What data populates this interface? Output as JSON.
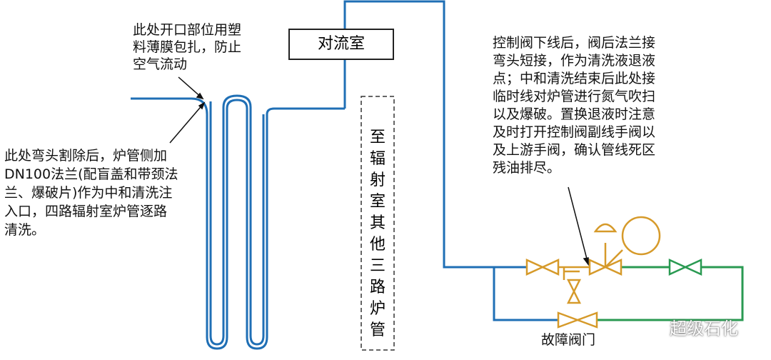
{
  "labels": {
    "convection_room": "对流室",
    "radiation_room_other": [
      "至",
      "辐",
      "射",
      "室",
      "其",
      "他",
      "三",
      "路",
      "炉",
      "管"
    ],
    "fault_valve": "故障阀门"
  },
  "notes": {
    "top_left": [
      "此处开口部位用塑",
      "料薄膜包扎，防止",
      "空气流动"
    ],
    "left": [
      "此处弯头割除后，炉管侧加",
      "DN100法兰(配盲盖和带颈法",
      "兰、爆破片)作为中和清洗注",
      "入口，四路辐射室炉管逐路",
      "清洗。"
    ],
    "right": [
      "控制阀下线后，阀后法兰接",
      "弯头短接，作为清洗液退液",
      "点；中和清洗结束后此处接",
      "临时线对炉管进行氮气吹扫",
      "以及爆破。置换退液时注意",
      "及时打开控制阀副线手阀以",
      "及上游手阀，确认管线死区",
      "残油排尽。"
    ]
  },
  "watermark": "超级石化",
  "colors": {
    "pipe_blue": "#1f6fb5",
    "pipe_green": "#2a9a52",
    "valve_gold": "#d69a2a",
    "text": "#111111"
  }
}
